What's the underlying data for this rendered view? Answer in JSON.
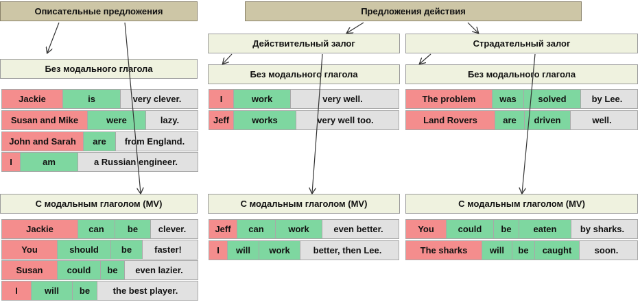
{
  "headers": {
    "descriptive": "Описательные предложения",
    "action": "Предложения действия",
    "active": "Действительный залог",
    "passive": "Страдательный залог"
  },
  "sections": {
    "desc_no_mv": "Без модального глагола",
    "desc_mv": "С модальным глаголом (MV)",
    "active_no_mv": "Без модального глагола",
    "active_mv": "С модальным глаголом (MV)",
    "passive_no_mv": "Без модального глагола",
    "passive_mv": "С модальным глаголом (MV)"
  },
  "tables": {
    "desc_no_mv": [
      [
        "Jackie",
        "is",
        "very clever."
      ],
      [
        "Susan and Mike",
        "were",
        "lazy."
      ],
      [
        "John and Sarah",
        "are",
        "from England."
      ],
      [
        "I",
        "am",
        "a Russian engineer."
      ]
    ],
    "desc_mv": [
      [
        "Jackie",
        "can",
        "be",
        "clever."
      ],
      [
        "You",
        "should",
        "be",
        "faster!"
      ],
      [
        "Susan",
        "could",
        "be",
        "even lazier."
      ],
      [
        "I",
        "will",
        "be",
        "the best player."
      ]
    ],
    "active_no_mv": [
      [
        "I",
        "work",
        "very well."
      ],
      [
        "Jeff",
        "works",
        "very well too."
      ]
    ],
    "active_mv": [
      [
        "Jeff",
        "can",
        "work",
        "even better."
      ],
      [
        "I",
        "will",
        "work",
        "better, then Lee."
      ]
    ],
    "passive_no_mv": [
      [
        "The problem",
        "was",
        "solved",
        "by Lee."
      ],
      [
        "Land Rovers",
        "are",
        "driven",
        "well."
      ]
    ],
    "passive_mv": [
      [
        "You",
        "could",
        "be",
        "eaten",
        "by sharks."
      ],
      [
        "The sharks",
        "will",
        "be",
        "caught",
        "soon."
      ]
    ]
  },
  "colors": {
    "subject": "#f48d8d",
    "verb": "#7ed7a0",
    "rest": "#e1e1e1",
    "header_top": "#cdc6a6",
    "header": "#eff2df"
  }
}
